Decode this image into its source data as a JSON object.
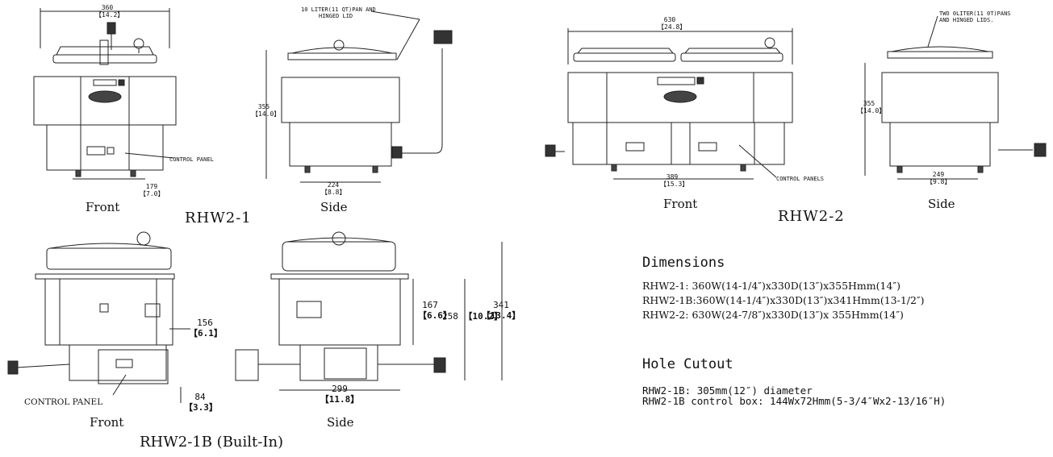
{
  "rhw21": {
    "top_width": "360",
    "top_width_in": "【14.2】",
    "bottom_width": "179",
    "bottom_width_in": "【7.0】",
    "control_panel": "CONTROL PANEL",
    "front": "Front",
    "model": "RHW2-1",
    "side": "Side",
    "lid_note_1": "10 LITER(11 QT)PAN AND",
    "lid_note_2": "HINGED LID",
    "height": "355",
    "height_in": "【14.0】",
    "side_base": "224",
    "side_base_in": "【8.8】"
  },
  "rhw22": {
    "top_width": "630",
    "top_width_in": "【24.8】",
    "base_width": "389",
    "base_width_in": "【15.3】",
    "control_panels": "CONTROL PANELS",
    "front": "Front",
    "model": "RHW2-2",
    "side": "Side",
    "lid_note_1": "TWO 0LITER(11 0T)PANS",
    "lid_note_2": "AND HINGED LIDS.",
    "height": "355",
    "height_in": "【14.0】",
    "side_base": "249",
    "side_base_in": "【9.8】"
  },
  "rhw21b": {
    "d156": "156",
    "d156_in": "【6.1】",
    "d84": "84",
    "d84_in": "【3.3】",
    "control_panel": "CONTROL PANEL",
    "front": "Front",
    "side": "Side",
    "model": "RHW2-1B (Built-In)",
    "d167": "167",
    "d167_in": "【6.6】",
    "d258": "258",
    "d258_in": "【10.2】",
    "d341": "341",
    "d341_in": "【13.4】",
    "d299": "299",
    "d299_in": "【11.8】"
  },
  "specs": {
    "dimensions_title": "Dimensions",
    "dim_lines": [
      "RHW2-1: 360W(14-1/4″)x330D(13″)x355Hmm(14″)",
      "RHW2-1B:360W(14-1/4″)x330D(13″)x341Hmm(13-1/2″)",
      "RHW2-2: 630W(24-7/8″)x330D(13″)x 355Hmm(14″)"
    ],
    "hole_title": "Hole Cutout",
    "hole_lines": [
      "RHW2-1B: 305mm(12″) diameter",
      "RHW2-1B control box: 144Wx72Hmm(5-3/4″Wx2-13/16″H)"
    ]
  }
}
